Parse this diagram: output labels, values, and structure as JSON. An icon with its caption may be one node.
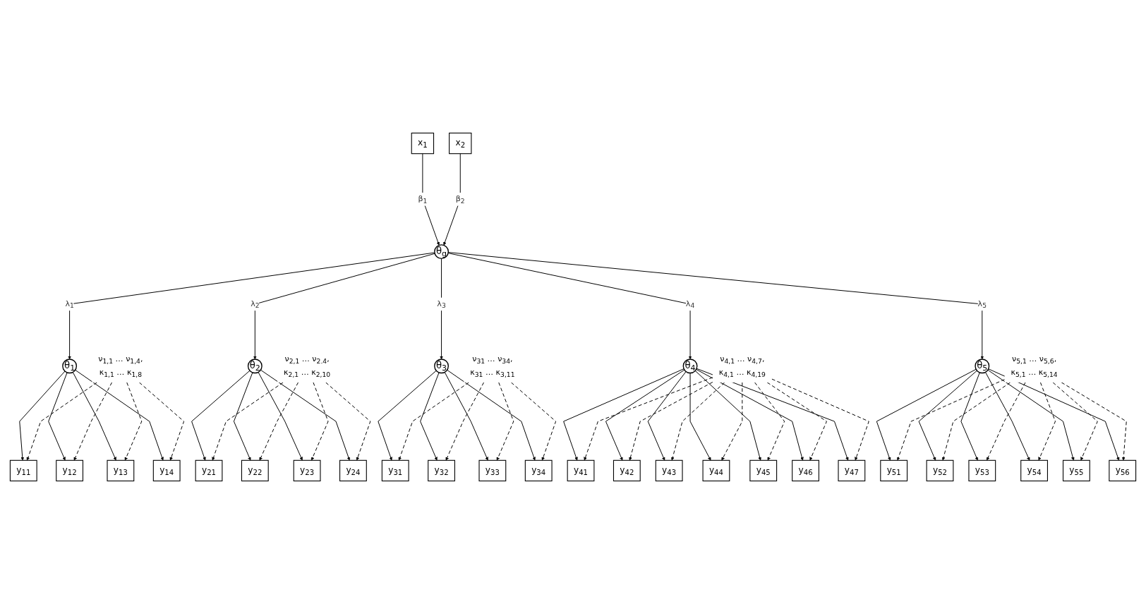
{
  "diagram": {
    "nodes": [
      {
        "text": [
          "x$_{1}$"
        ]
      },
      {
        "text": [
          "x$_{2}$"
        ]
      },
      {
        "text": [
          "θ$_{g}$"
        ]
      },
      {
        "text": [
          "ν$_{1,1}$ … ν$_{1,4}$,",
          "κ$_{1,1}$ … κ$_{1,8}$"
        ]
      },
      {
        "text": [
          "θ$_{1}$"
        ]
      },
      {
        "text": [
          "ν$_{2,1}$ … ν$_{2.4}$,",
          "κ$_{2,1}$ … κ$_{2,10}$"
        ]
      },
      {
        "text": [
          "θ$_{2}$"
        ]
      },
      {
        "text": [
          "ν$_{31}$ … ν$_{34}$,",
          "κ$_{31}$ … κ$_{3,11}$"
        ]
      },
      {
        "text": [
          "θ$_{3}$"
        ]
      },
      {
        "text": [
          "ν$_{4,1}$ … ν$_{4,7}$,",
          "κ$_{4,1}$ … κ$_{4,19}$"
        ]
      },
      {
        "text": [
          "θ$_{4}$"
        ]
      },
      {
        "text": [
          "θ$_{5}$"
        ]
      },
      {
        "text": [
          "ν$_{5,1}$ … ν$_{5,6}$,",
          "κ$_{5,1}$ … κ$_{5,14}$"
        ]
      },
      {
        "text": [
          "y$_{11}$"
        ]
      },
      {
        "text": [
          "y$_{12}$"
        ]
      },
      {
        "text": [
          "y$_{13}$"
        ]
      },
      {
        "text": [
          "y$_{14}$"
        ]
      },
      {
        "text": [
          "y$_{21}$"
        ]
      },
      {
        "text": [
          "y$_{22}$"
        ]
      },
      {
        "text": [
          "y$_{23}$"
        ]
      },
      {
        "text": [
          "y$_{24}$"
        ]
      },
      {
        "text": [
          "y$_{31}$"
        ]
      },
      {
        "text": [
          "y$_{32}$"
        ]
      },
      {
        "text": [
          "y$_{33}$"
        ]
      },
      {
        "text": [
          "y$_{34}$"
        ]
      },
      {
        "text": [
          "y$_{41}$"
        ]
      },
      {
        "text": [
          "y$_{42}$"
        ]
      },
      {
        "text": [
          "y$_{43}$"
        ]
      },
      {
        "text": [
          "y$_{44}$"
        ]
      },
      {
        "text": [
          "y$_{45}$"
        ]
      },
      {
        "text": [
          "y$_{46}$"
        ]
      },
      {
        "text": [
          "y$_{47}$"
        ]
      },
      {
        "text": [
          "y$_{51}$"
        ]
      },
      {
        "text": [
          "y$_{52}$"
        ]
      },
      {
        "text": [
          "y$_{53}$"
        ]
      },
      {
        "text": [
          "y$_{54}$"
        ]
      },
      {
        "text": [
          "y$_{55}$"
        ]
      },
      {
        "text": [
          "y$_{56}$"
        ]
      }
    ],
    "edges": [
      {
        "from": 0,
        "to": 2,
        "arrow": "to",
        "label": "β$_{1}$"
      },
      {
        "from": 1,
        "to": 2,
        "arrow": "to",
        "label": "β$_{2}$"
      },
      {
        "from": 2,
        "to": 4,
        "arrow": "to",
        "label": "λ$_{1}$"
      },
      {
        "from": 2,
        "to": 6,
        "arrow": "to",
        "label": "λ$_{2}$"
      },
      {
        "from": 2,
        "to": 8,
        "arrow": "to",
        "label": "λ$_{3}$"
      },
      {
        "from": 2,
        "to": 10,
        "arrow": "to",
        "label": "λ$_{4}$"
      },
      {
        "from": 2,
        "to": 11,
        "arrow": "to",
        "label": "λ$_{5}$"
      },
      {
        "from": 4,
        "to": 13,
        "arrow": "to"
      },
      {
        "from": 4,
        "to": 14,
        "arrow": "to"
      },
      {
        "from": 4,
        "to": 15,
        "arrow": "to"
      },
      {
        "from": 4,
        "to": 16,
        "arrow": "to"
      },
      {
        "from": 3,
        "to": 13,
        "arrow": "to",
        "style": "dashed"
      },
      {
        "from": 3,
        "to": 14,
        "arrow": "to",
        "style": "dashed"
      },
      {
        "from": 3,
        "to": 15,
        "arrow": "to",
        "style": "dashed"
      },
      {
        "from": 3,
        "to": 16,
        "arrow": "to",
        "style": "dashed"
      },
      {
        "from": 6,
        "to": 17,
        "arrow": "to"
      },
      {
        "from": 6,
        "to": 18,
        "arrow": "to"
      },
      {
        "from": 6,
        "to": 19,
        "arrow": "to"
      },
      {
        "from": 6,
        "to": 20,
        "arrow": "to"
      },
      {
        "from": 5,
        "to": 17,
        "arrow": "to",
        "style": "dashed"
      },
      {
        "from": 5,
        "to": 18,
        "arrow": "to",
        "style": "dashed"
      },
      {
        "from": 5,
        "to": 19,
        "arrow": "to",
        "style": "dashed"
      },
      {
        "from": 5,
        "to": 20,
        "arrow": "to",
        "style": "dashed"
      },
      {
        "from": 8,
        "to": 21,
        "arrow": "to"
      },
      {
        "from": 8,
        "to": 22,
        "arrow": "to"
      },
      {
        "from": 8,
        "to": 23,
        "arrow": "to"
      },
      {
        "from": 8,
        "to": 24,
        "arrow": "to"
      },
      {
        "from": 7,
        "to": 21,
        "arrow": "to",
        "style": "dashed"
      },
      {
        "from": 7,
        "to": 22,
        "arrow": "to",
        "style": "dashed"
      },
      {
        "from": 7,
        "to": 23,
        "arrow": "to",
        "style": "dashed"
      },
      {
        "from": 7,
        "to": 24,
        "arrow": "to",
        "style": "dashed"
      },
      {
        "from": 10,
        "to": 25,
        "arrow": "to"
      },
      {
        "from": 10,
        "to": 26,
        "arrow": "to"
      },
      {
        "from": 10,
        "to": 27,
        "arrow": "to"
      },
      {
        "from": 10,
        "to": 28,
        "arrow": "to"
      },
      {
        "from": 10,
        "to": 29,
        "arrow": "to"
      },
      {
        "from": 10,
        "to": 30,
        "arrow": "to"
      },
      {
        "from": 10,
        "to": 31,
        "arrow": "to"
      },
      {
        "from": 9,
        "to": 25,
        "arrow": "to",
        "style": "dashed"
      },
      {
        "from": 9,
        "to": 26,
        "arrow": "to",
        "style": "dashed"
      },
      {
        "from": 9,
        "to": 27,
        "arrow": "to",
        "style": "dashed"
      },
      {
        "from": 9,
        "to": 28,
        "arrow": "to",
        "style": "dashed"
      },
      {
        "from": 9,
        "to": 29,
        "arrow": "to",
        "style": "dashed"
      },
      {
        "from": 9,
        "to": 30,
        "arrow": "to",
        "style": "dashed"
      },
      {
        "from": 9,
        "to": 31,
        "arrow": "to",
        "style": "dashed"
      },
      {
        "from": 11,
        "to": 32,
        "arrow": "to"
      },
      {
        "from": 11,
        "to": 33,
        "arrow": "to"
      },
      {
        "from": 11,
        "to": 34,
        "arrow": "to"
      },
      {
        "from": 11,
        "to": 35,
        "arrow": "to"
      },
      {
        "from": 11,
        "to": 36,
        "arrow": "to"
      },
      {
        "from": 11,
        "to": 37,
        "arrow": "to"
      },
      {
        "from": 12,
        "to": 32,
        "arrow": "to",
        "style": "dashed"
      },
      {
        "from": 12,
        "to": 33,
        "arrow": "to",
        "style": "dashed"
      },
      {
        "from": 12,
        "to": 34,
        "arrow": "to",
        "style": "dashed"
      },
      {
        "from": 12,
        "to": 35,
        "arrow": "to",
        "style": "dashed"
      },
      {
        "from": 12,
        "to": 36,
        "arrow": "to",
        "style": "dashed"
      },
      {
        "from": 12,
        "to": 37,
        "arrow": "to",
        "style": "dashed"
      }
    ]
  }
}
